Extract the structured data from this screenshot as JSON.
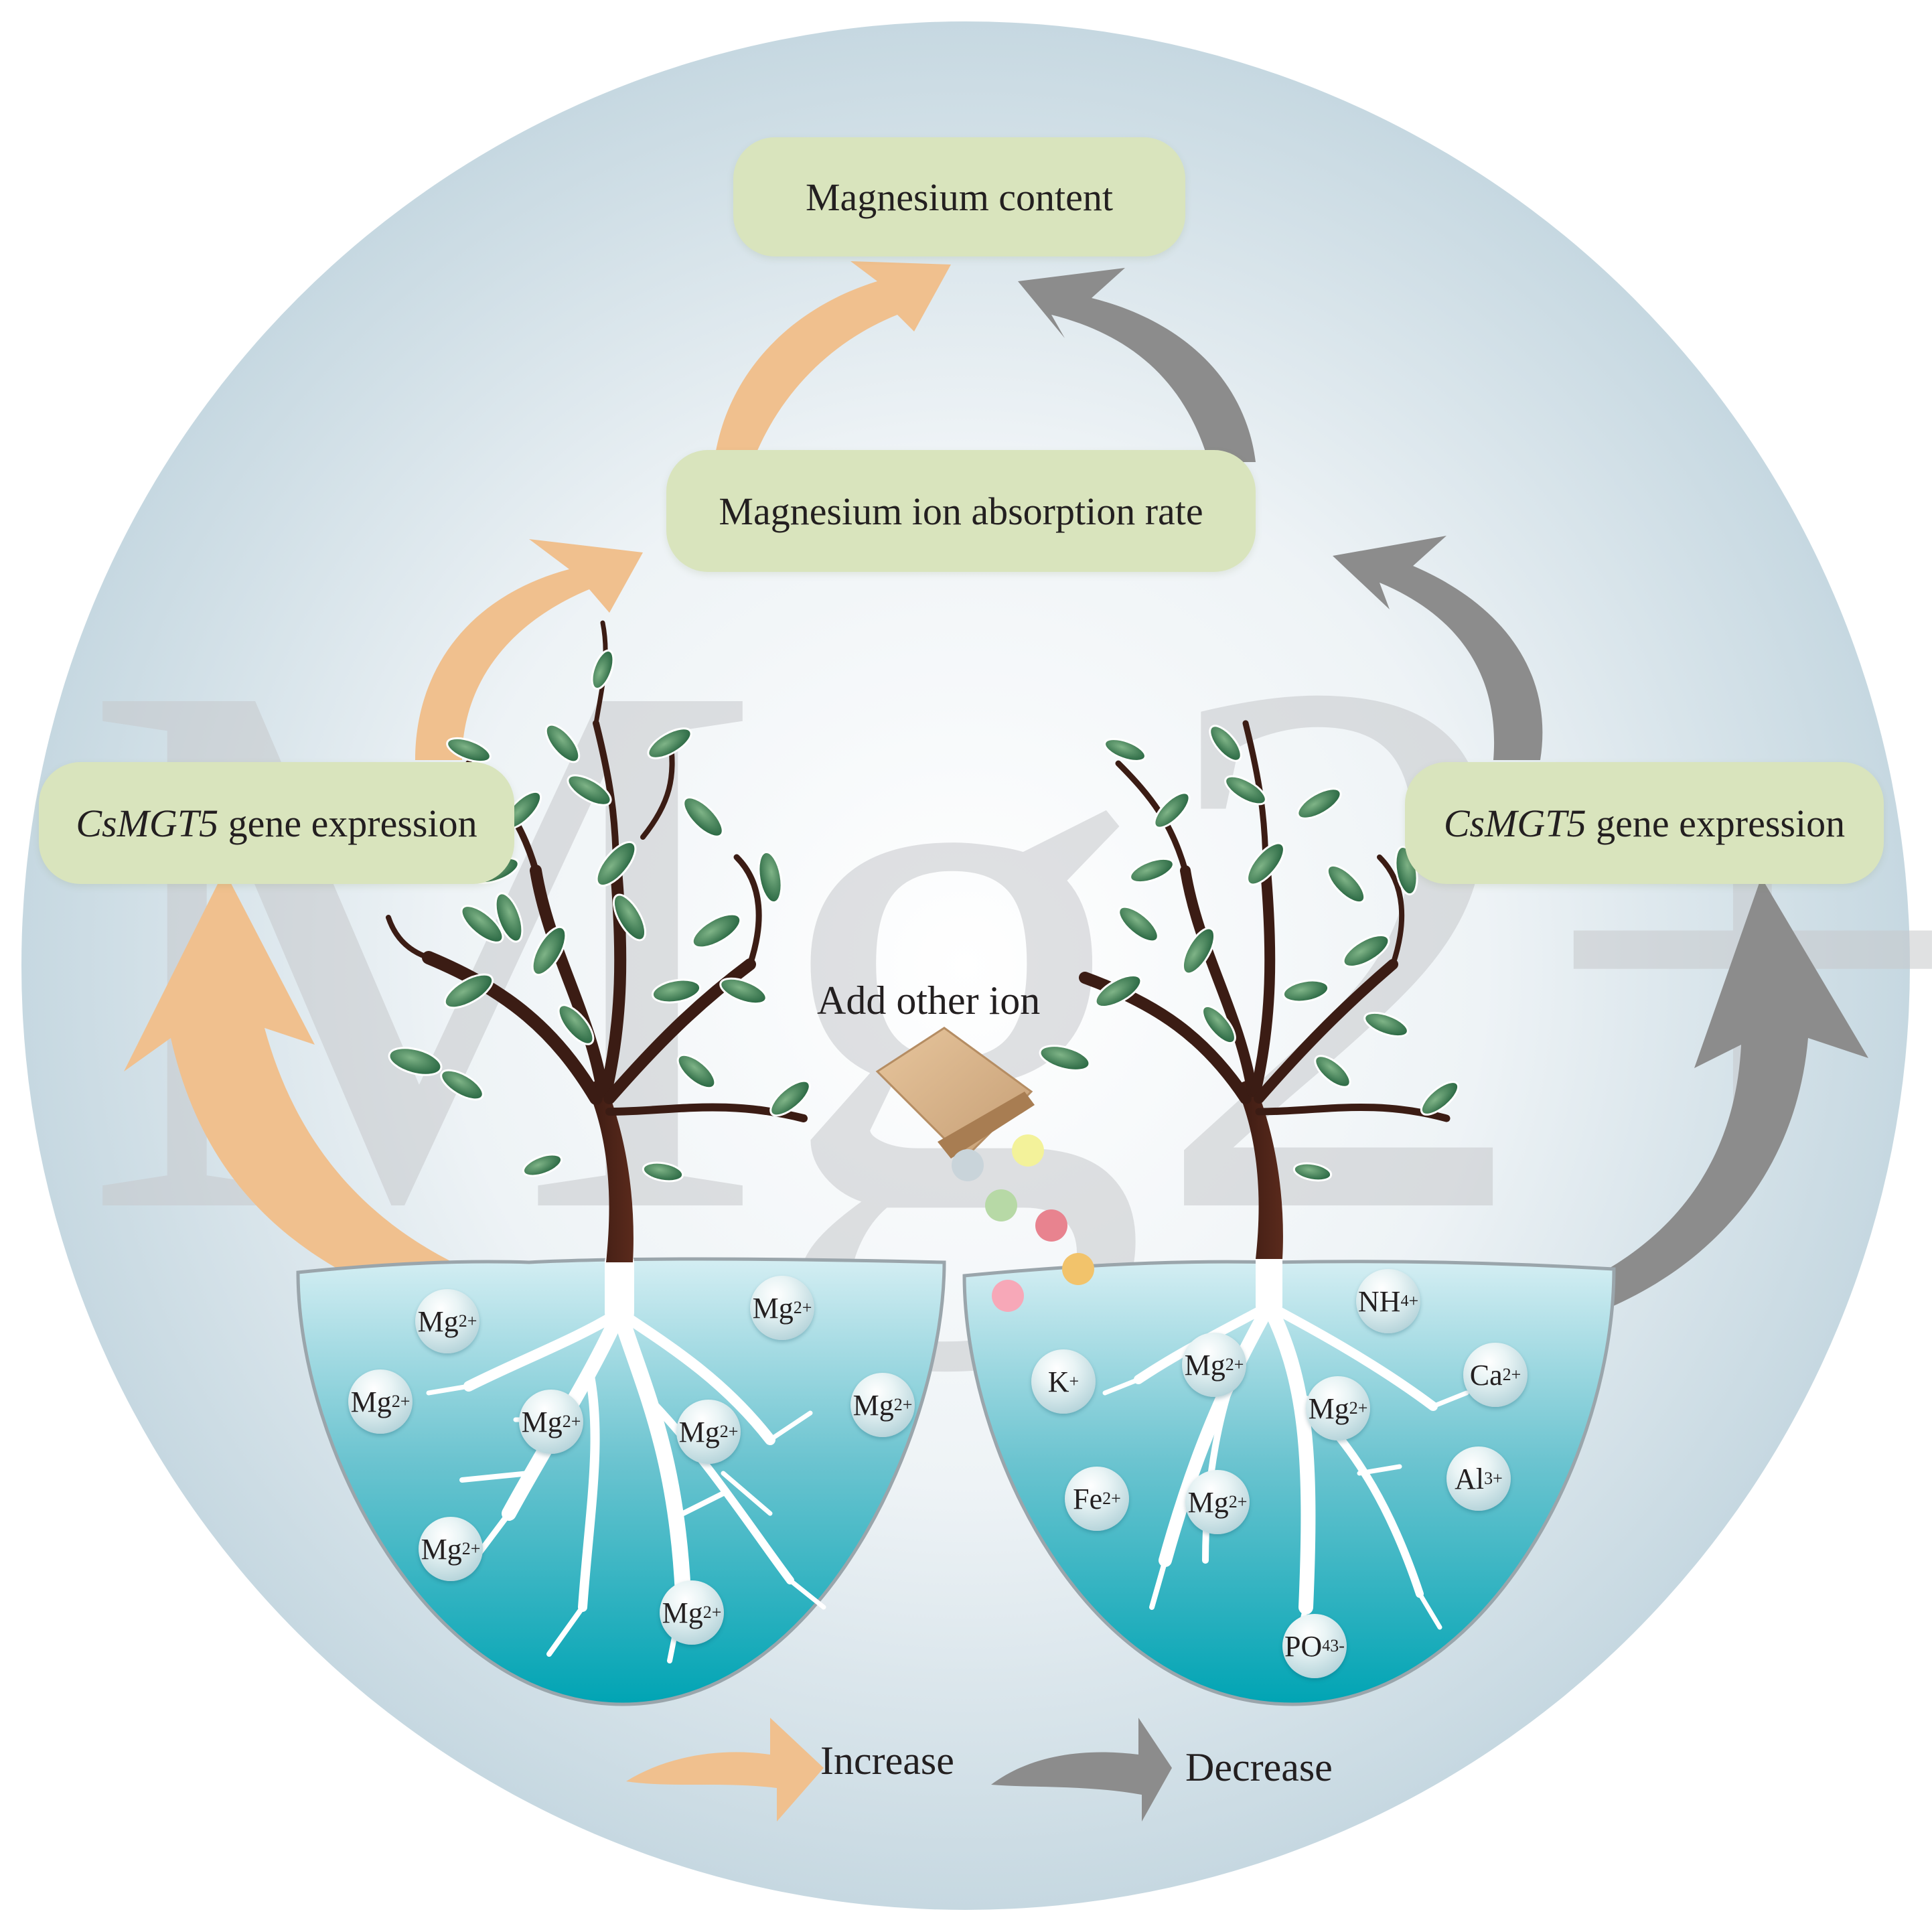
{
  "boxes": {
    "top": "Magnesium content",
    "middle": "Magnesium ion absorption rate",
    "left_gene_italic": "CsMGT5",
    "left_gene_rest": " gene expression",
    "right_gene_italic": "CsMGT5",
    "right_gene_rest": " gene expression"
  },
  "add_ion_label": "Add other ion",
  "watermark": "Mg2+",
  "legend": {
    "increase": "Increase",
    "decrease": "Decrease"
  },
  "left_ions": [
    {
      "base": "Mg",
      "sup": "2+"
    },
    {
      "base": "Mg",
      "sup": "2+"
    },
    {
      "base": "Mg",
      "sup": "2+"
    },
    {
      "base": "Mg",
      "sup": "2+"
    },
    {
      "base": "Mg",
      "sup": "2+"
    },
    {
      "base": "Mg",
      "sup": "2+"
    },
    {
      "base": "Mg",
      "sup": "2+"
    },
    {
      "base": "Mg",
      "sup": "2+"
    }
  ],
  "right_ions": [
    {
      "base": "NH",
      "sub": "4",
      "sup": "+"
    },
    {
      "base": "K",
      "sup": "+"
    },
    {
      "base": "Mg",
      "sup": "2+"
    },
    {
      "base": "Ca",
      "sup": "2+"
    },
    {
      "base": "Mg",
      "sup": "2+"
    },
    {
      "base": "Fe",
      "sup": "2+"
    },
    {
      "base": "Mg",
      "sup": "2+"
    },
    {
      "base": "Al",
      "sup": "3+"
    },
    {
      "base": "PO",
      "sub": "4",
      "sup": "3-"
    }
  ],
  "colors": {
    "increase_arrow": "#f0c08e",
    "decrease_arrow": "#8c8c8c",
    "box_fill": "#d9e4bd",
    "water_top": "#cdebf1",
    "water_bottom": "#00a5b5"
  }
}
